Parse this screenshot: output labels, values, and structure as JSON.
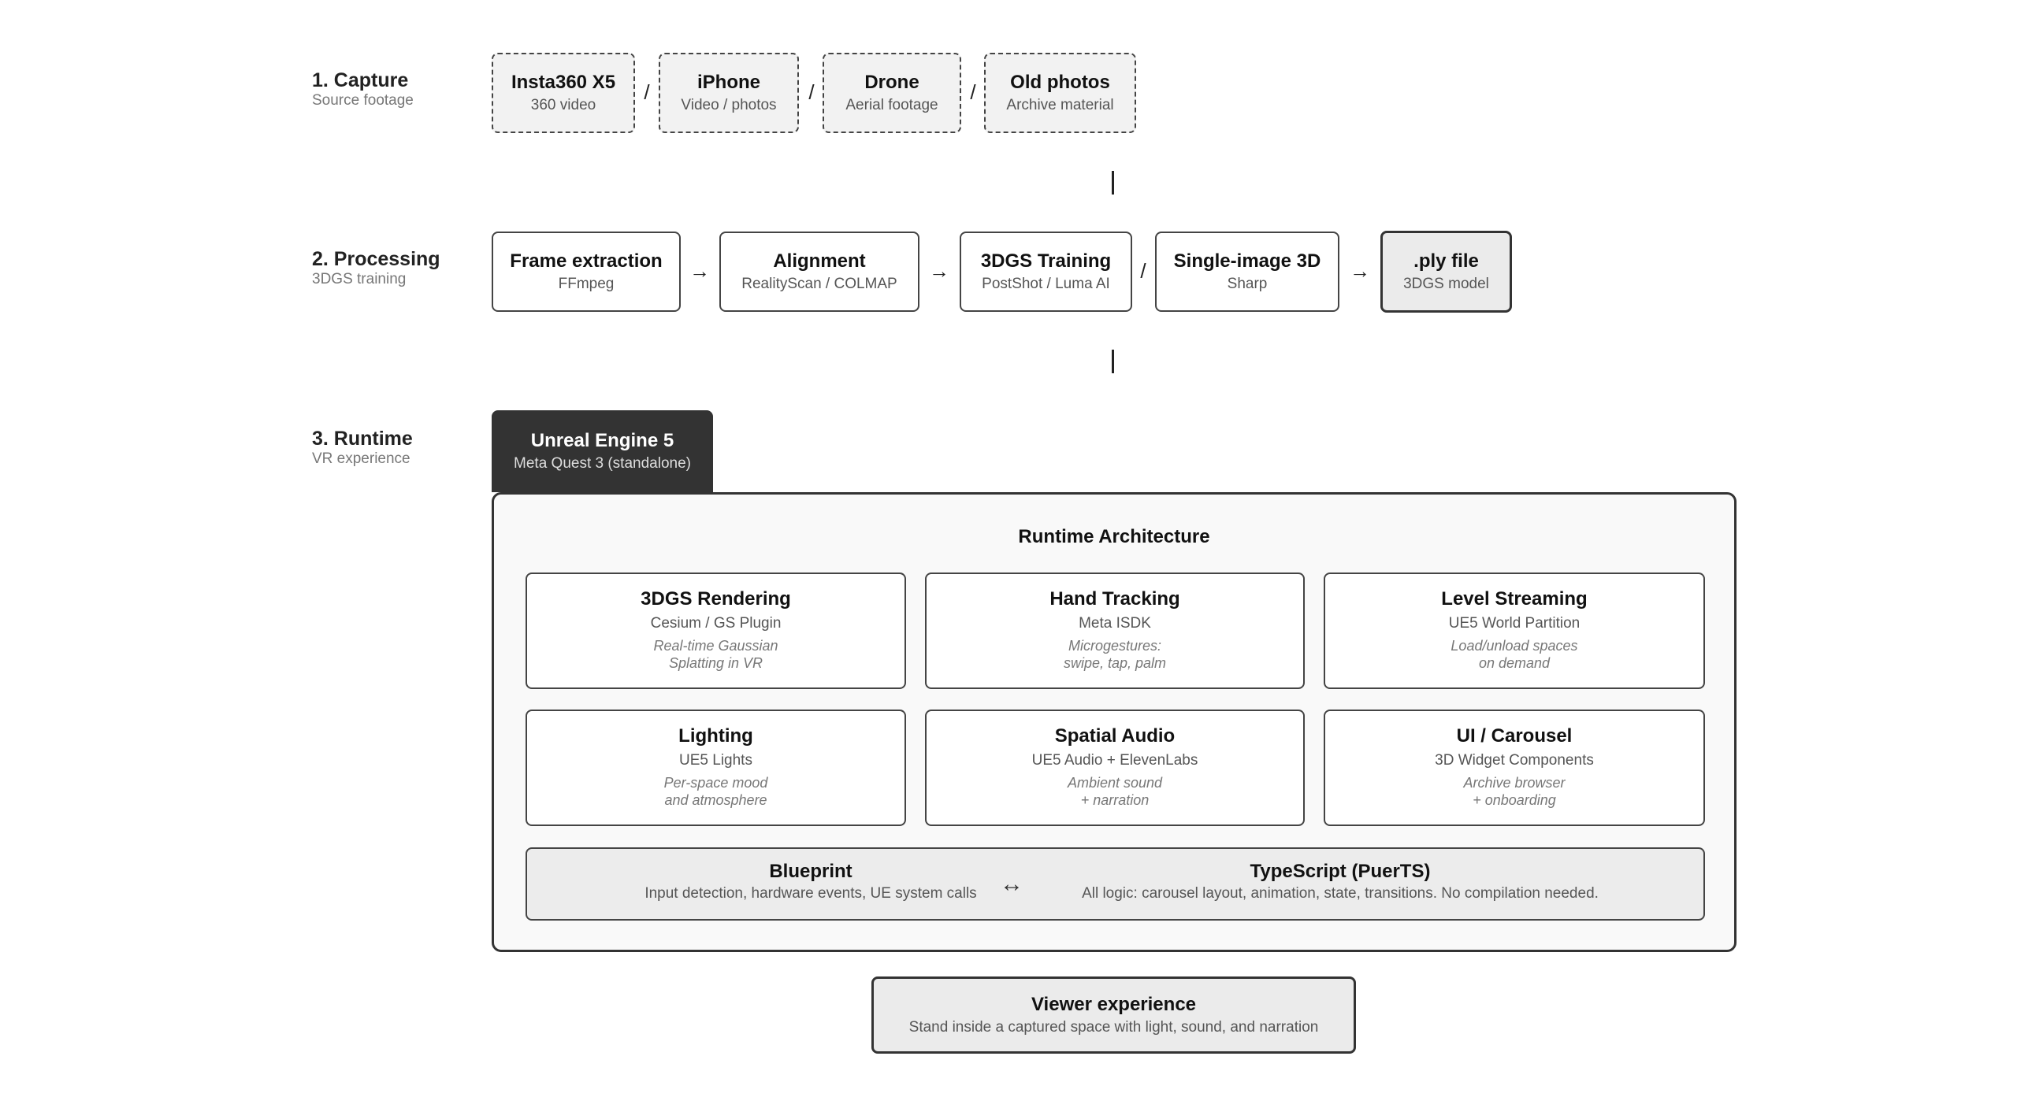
{
  "stages": [
    {
      "title": "1. Capture",
      "subtitle": "Source footage"
    },
    {
      "title": "2. Processing",
      "subtitle": "3DGS training"
    },
    {
      "title": "3. Runtime",
      "subtitle": "VR experience"
    }
  ],
  "capture": [
    {
      "title": "Insta360 X5",
      "sub": "360 video"
    },
    {
      "title": "iPhone",
      "sub": "Video / photos"
    },
    {
      "title": "Drone",
      "sub": "Aerial footage"
    },
    {
      "title": "Old photos",
      "sub": "Archive material"
    }
  ],
  "processing": [
    {
      "title": "Frame extraction",
      "sub": "FFmpeg"
    },
    {
      "title": "Alignment",
      "sub": "RealityScan / COLMAP"
    },
    {
      "title": "3DGS Training",
      "sub": "PostShot / Luma AI"
    },
    {
      "title": "Single-image 3D",
      "sub": "Sharp"
    },
    {
      "title": ".ply file",
      "sub": "3DGS model"
    }
  ],
  "separators": {
    "slash": "/",
    "arrow": "→",
    "double_arrow": "↔"
  },
  "engine": {
    "title": "Unreal Engine 5",
    "sub": "Meta Quest 3 (standalone)"
  },
  "architecture": {
    "title": "Runtime Architecture",
    "cards": [
      {
        "title": "3DGS Rendering",
        "sub": "Cesium / GS Plugin",
        "note1": "Real-time Gaussian",
        "note2": "Splatting in VR"
      },
      {
        "title": "Hand Tracking",
        "sub": "Meta ISDK",
        "note1": "Microgestures:",
        "note2": "swipe, tap, palm"
      },
      {
        "title": "Level Streaming",
        "sub": "UE5 World Partition",
        "note1": "Load/unload spaces",
        "note2": "on demand"
      },
      {
        "title": "Lighting",
        "sub": "UE5 Lights",
        "note1": "Per-space mood",
        "note2": "and atmosphere"
      },
      {
        "title": "Spatial Audio",
        "sub": "UE5 Audio + ElevenLabs",
        "note1": "Ambient sound",
        "note2": "+ narration"
      },
      {
        "title": "UI / Carousel",
        "sub": "3D Widget Components",
        "note1": "Archive browser",
        "note2": "+ onboarding"
      }
    ],
    "bar": {
      "left_title": "Blueprint",
      "left_desc": "Input detection, hardware events, UE system calls",
      "right_title": "TypeScript (PuerTS)",
      "right_desc": "All logic: carousel layout, animation, state, transitions. No compilation needed."
    }
  },
  "viewer": {
    "title": "Viewer experience",
    "sub": "Stand inside a captured space with light, sound, and narration"
  }
}
